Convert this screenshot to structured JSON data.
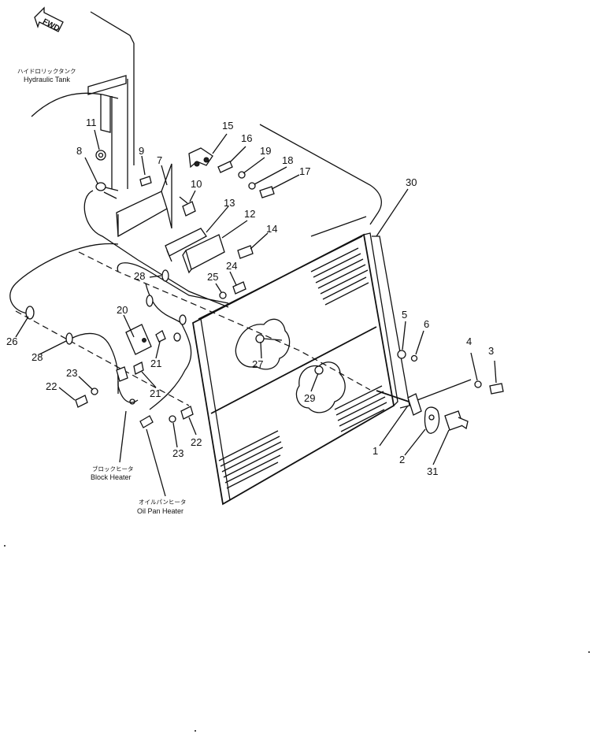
{
  "orientation": {
    "label": "FWD"
  },
  "callouts": {
    "hydraulic_tank": {
      "jp": "ハイドロリックタンク",
      "en": "Hydraulic Tank"
    },
    "block_heater": {
      "jp": "ブロックヒータ",
      "en": "Block Heater"
    },
    "oil_pan_heater": {
      "jp": "オイルパンヒータ",
      "en": "Oil Pan Heater"
    }
  },
  "part_numbers": {
    "p1": "1",
    "p2": "2",
    "p3": "3",
    "p4": "4",
    "p5": "5",
    "p6": "6",
    "p7": "7",
    "p8": "8",
    "p9": "9",
    "p10": "10",
    "p11": "11",
    "p12": "12",
    "p13": "13",
    "p14": "14",
    "p15": "15",
    "p16": "16",
    "p17": "17",
    "p18": "18",
    "p19": "19",
    "p20": "20",
    "p21a": "21",
    "p21b": "21",
    "p22a": "22",
    "p22b": "22",
    "p23a": "23",
    "p23b": "23",
    "p24": "24",
    "p25": "25",
    "p26": "26",
    "p27": "27",
    "p28a": "28",
    "p28b": "28",
    "p29": "29",
    "p30": "30",
    "p31": "31"
  }
}
